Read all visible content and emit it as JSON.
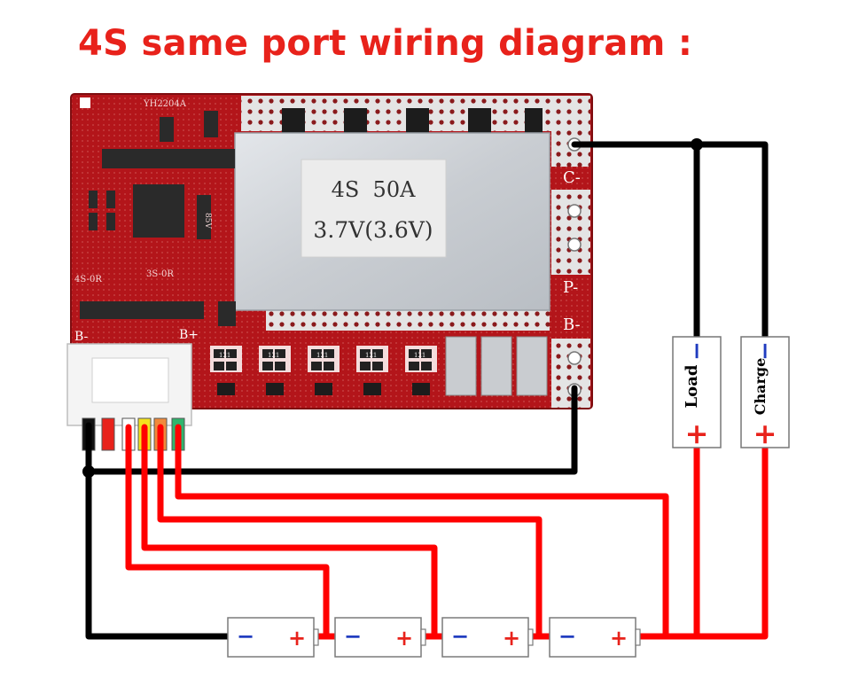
{
  "title": "4S same port wiring diagram :",
  "board": {
    "model": "YH2204A",
    "heatsink_line1": "4S  50A",
    "heatsink_line2": "3.7V(3.6V)",
    "pad_c": "C-",
    "pad_p": "P-",
    "pad_b": "B-",
    "label_b_minus": "B-",
    "label_b_plus": "B+",
    "silk_3s": "3S-0R",
    "silk_4s": "4S-0R",
    "silk_85v": "85V",
    "resistor_code": "121"
  },
  "load": {
    "minus": "−",
    "label": "Load",
    "plus": "+"
  },
  "charge": {
    "minus": "−",
    "label": "Charge",
    "plus": "+"
  },
  "cells": [
    {
      "minus": "−",
      "plus": "+"
    },
    {
      "minus": "−",
      "plus": "+"
    },
    {
      "minus": "−",
      "plus": "+"
    },
    {
      "minus": "−",
      "plus": "+"
    }
  ],
  "colors": {
    "title": "#e8221b",
    "pcb": "#b3151a",
    "wire_negative": "#000000",
    "wire_positive": "#ff0000",
    "terminal_minus": "#1f3bbf",
    "terminal_plus": "#e8221b",
    "connector_wires": [
      "#111111",
      "#e8221b",
      "#ffffff",
      "#f4e21e",
      "#f08a3c",
      "#2fb56d"
    ]
  }
}
